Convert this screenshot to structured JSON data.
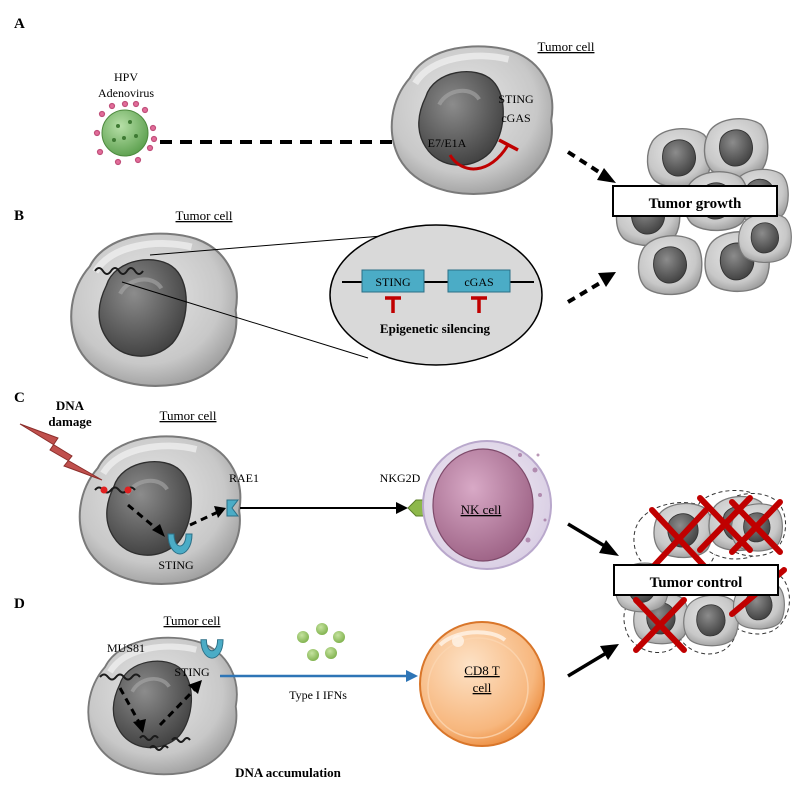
{
  "panels": {
    "a": {
      "letter": "A",
      "virus_line1": "HPV",
      "virus_line2": "Adenovirus",
      "cell_title": "Tumor cell",
      "sting_label": "STING",
      "cgas_label": "cGAS",
      "oncoprotein_label": "E7/E1A"
    },
    "b": {
      "letter": "B",
      "cell_title": "Tumor cell",
      "sting_box": "STING",
      "cgas_box": "cGAS",
      "silencing_label": "Epigenetic silencing"
    },
    "c": {
      "letter": "C",
      "damage_line1": "DNA",
      "damage_line2": "damage",
      "cell_title": "Tumor cell",
      "sting_label": "STING",
      "rae1_label": "RAE1",
      "nkg2d_label": "NKG2D",
      "nk_cell_label": "NK cell"
    },
    "d": {
      "letter": "D",
      "cell_title": "Tumor cell",
      "mus81_label": "MUS81",
      "sting_label": "STING",
      "ifn_label": "Type I IFNs",
      "cd8_line1": "CD8 T",
      "cd8_line2": "cell",
      "accumulation_label": "DNA accumulation"
    }
  },
  "outcomes": {
    "growth_label": "Tumor growth",
    "control_label": "Tumor control"
  },
  "colors": {
    "inhibition": "#c00000",
    "sting_box": "#4bacc6",
    "ifn_arrow": "#2e75b6",
    "nk_cell": "#b07a9c",
    "cd8_cell": "#f79646",
    "cross": "#c00000"
  }
}
